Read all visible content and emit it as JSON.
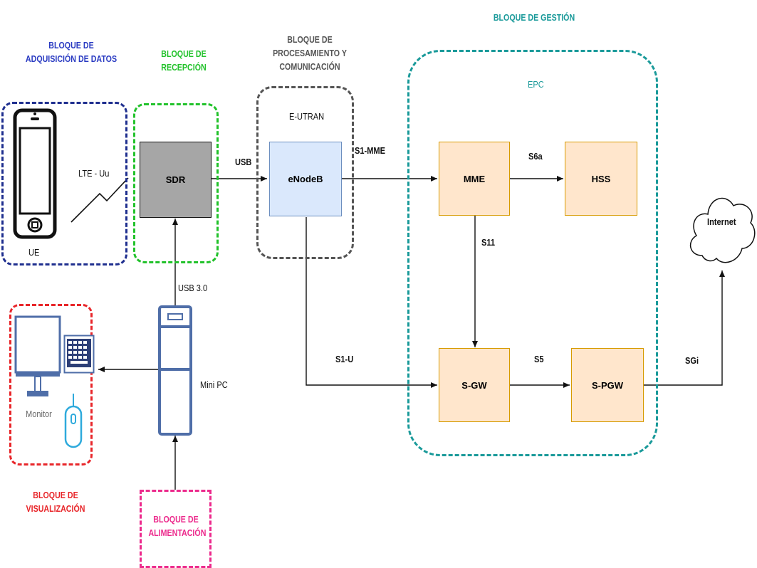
{
  "colors": {
    "acquisition": "#1f2f8f",
    "reception": "#22c22b",
    "processing": "#555555",
    "management": "#1a9a9a",
    "visualization": "#e8262a",
    "power": "#ec2a8c",
    "enodeb_fill": "#dae8fc",
    "enodeb_stroke": "#6c8ebf",
    "epc_fill": "#ffe6cc",
    "epc_stroke": "#d79b00",
    "sdr_fill": "#a6a6a6",
    "device_blue": "#4f6ea8",
    "mouse_blue": "#2eaadc"
  },
  "headings": {
    "acquisition": "BLOQUE DE ADQUISICIÓN DE DATOS",
    "reception": "BLOQUE DE RECEPCIÓN",
    "processing": "BLOQUE DE PROCESAMIENTO Y COMUNICACIÓN",
    "management": "BLOQUE DE GESTIÓN",
    "visualization": "BLOQUE DE VISUALIZACIÓN",
    "power": "BLOQUE DE ALIMENTACIÓN"
  },
  "groups": {
    "eutran": "E-UTRAN",
    "epc": "EPC"
  },
  "nodes": {
    "sdr": "SDR",
    "enodeb": "eNodeB",
    "mme": "MME",
    "hss": "HSS",
    "sgw": "S-GW",
    "spgw": "S-PGW"
  },
  "devices": {
    "ue": "UE",
    "monitor": "Monitor",
    "mini_pc": "Mini PC",
    "internet": "Internet"
  },
  "links": {
    "lte_uu": "LTE - Uu",
    "usb": "USB",
    "usb3": "USB 3.0",
    "s1_mme": "S1-MME",
    "s6a": "S6a",
    "s11": "S11",
    "s1_u": "S1-U",
    "s5": "S5",
    "sgi": "SGi"
  },
  "icons": [
    "smartphone-icon",
    "monitor-icon",
    "keyboard-icon",
    "mouse-icon",
    "tower-pc-icon",
    "cloud-icon"
  ]
}
